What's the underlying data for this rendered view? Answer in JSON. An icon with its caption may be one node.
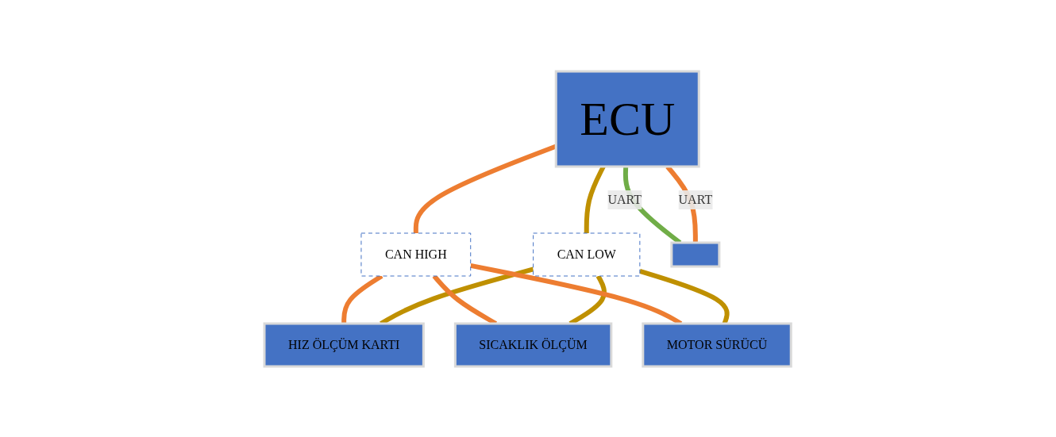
{
  "diagram": {
    "nodes": [
      {
        "text": [
          "ECU"
        ]
      },
      {
        "text": [
          "CAN HIGH"
        ]
      },
      {
        "text": [
          "CAN LOW"
        ]
      },
      {
        "text": [],
        "shape": "box"
      },
      {
        "text": [
          "HIZ ÖLÇÜM KARTI"
        ]
      },
      {
        "text": [
          "SICAKLIK ÖLÇÜM"
        ]
      },
      {
        "text": [
          "MOTOR SÜRÜCÜ"
        ]
      }
    ],
    "edges": [
      {
        "from": 0,
        "to": 3,
        "arrow": "none",
        "label": "UART",
        "color": "#70ad47"
      },
      {
        "from": 0,
        "to": 3,
        "arrow": "none",
        "label": "UART",
        "color": "#ed7d31"
      },
      {
        "from": 0,
        "to": 1,
        "arrow": "none",
        "color": "#ed7d31"
      },
      {
        "from": 0,
        "to": 2,
        "arrow": "none",
        "color": "#bf9000"
      },
      {
        "from": 1,
        "to": 4,
        "arrow": "none",
        "color": "#ed7d31"
      },
      {
        "from": 2,
        "to": 4,
        "arrow": "none",
        "color": "#bf9000"
      },
      {
        "from": 1,
        "to": 5,
        "arrow": "none",
        "color": "#ed7d31"
      },
      {
        "from": 2,
        "to": 5,
        "arrow": "none",
        "color": "#bf9000"
      },
      {
        "from": 1,
        "to": 6,
        "arrow": "none",
        "color": "#ed7d31"
      },
      {
        "from": 2,
        "to": 6,
        "arrow": "none",
        "color": "#bf9000"
      }
    ]
  }
}
